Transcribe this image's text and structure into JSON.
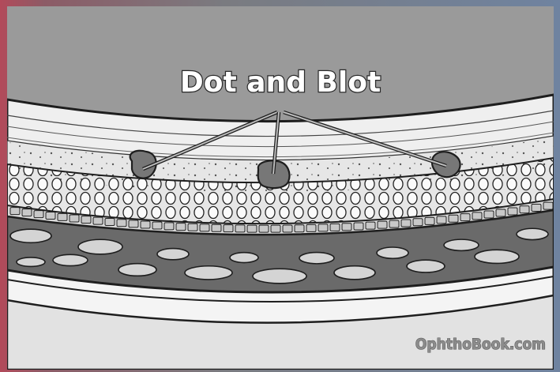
{
  "diagram": {
    "title": "Dot and Blot",
    "watermark": "OphthoBook.com",
    "labelled_structures": [
      "dot-hemorrhage",
      "blot-hemorrhage",
      "dot-hemorrhage"
    ]
  },
  "colors": {
    "vitreous": "#9a9a9a",
    "outline": "#1e1e1e",
    "fiber_layer": "#efefef",
    "granular_layer": "#e6e6e6",
    "choroid": "#6a6a6a",
    "hemorrhage": "#777777",
    "sclera": "#f2f2f2"
  }
}
